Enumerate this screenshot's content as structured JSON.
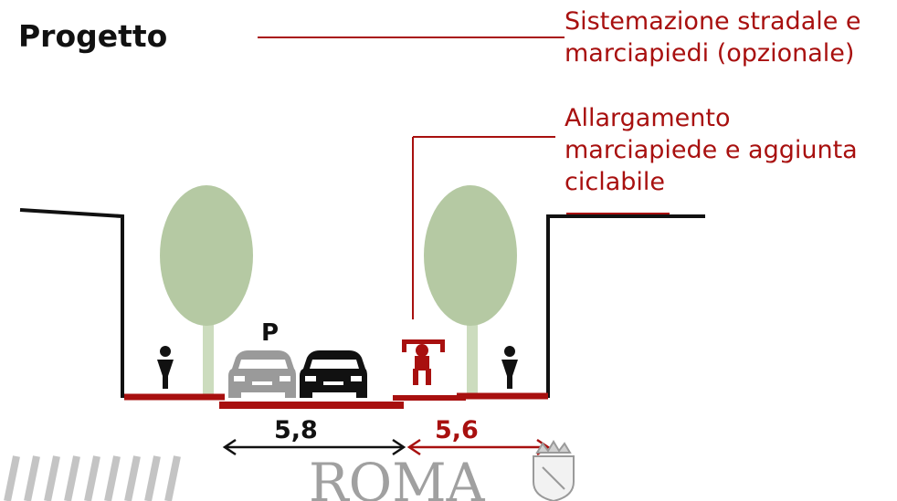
{
  "title": "Progetto",
  "annotations": {
    "road_option": [
      "Sistemazione stradale e",
      "marciapiedi (opzionale)"
    ],
    "cycle_lane": [
      "Allargamento",
      "marciapiede e aggiunta",
      "ciclabile"
    ]
  },
  "parking_label": "P",
  "dimensions": {
    "carriageway": "5,8",
    "sidewalk_cycle": "5,6"
  },
  "logo_text": "ROMA",
  "colors": {
    "accent_red": "#a8100f",
    "tree_green": "#b5c9a3",
    "trunk_green": "#ccdcbe",
    "black": "#111111",
    "grey_car": "#9a9a9a"
  },
  "icons": [
    "pedestrian-icon",
    "pedestrian-icon",
    "tree-icon",
    "tree-icon",
    "car-icon",
    "car-icon",
    "bicycle-icon",
    "coat-of-arms-icon"
  ]
}
